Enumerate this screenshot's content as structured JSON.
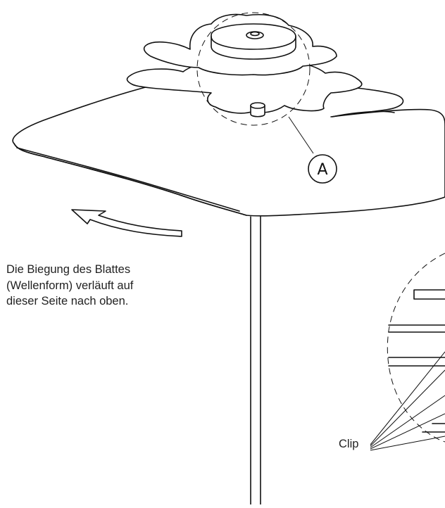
{
  "callout": {
    "letter": "A"
  },
  "note": {
    "lines": [
      "Die Biegung des Blattes",
      "(Wellenform) verläuft auf",
      "dieser Seite nach oben."
    ]
  },
  "clip_label": "Clip"
}
